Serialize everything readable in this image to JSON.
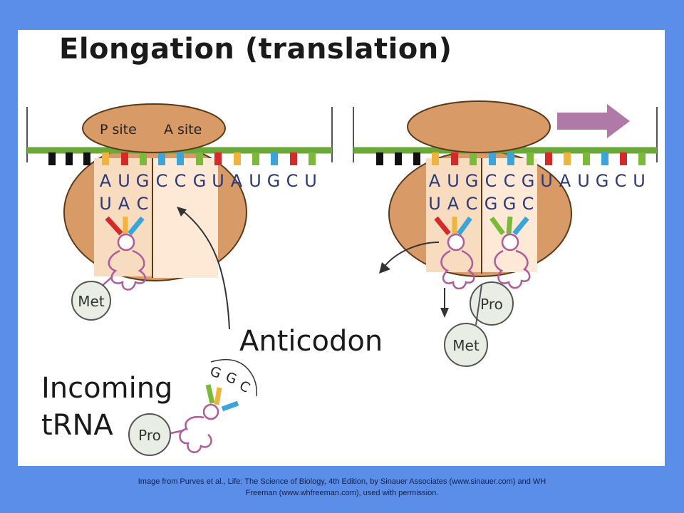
{
  "title": "Elongation (translation)",
  "labels": {
    "p_site": "P site",
    "a_site": "A site",
    "anticodon": "Anticodon",
    "incoming_trna_line1": "Incoming",
    "incoming_trna_line2": "tRNA"
  },
  "mrna_left": [
    "A",
    "U",
    "G",
    "C",
    "C",
    "G",
    "U",
    "A",
    "U",
    "G",
    "C",
    "U"
  ],
  "mrna_right": [
    "A",
    "U",
    "G",
    "C",
    "C",
    "G",
    "U",
    "A",
    "U",
    "G",
    "C",
    "U"
  ],
  "anticodon_met": [
    "U",
    "A",
    "C"
  ],
  "anticodon_pro": [
    "G",
    "G",
    "C"
  ],
  "incoming_anticodon": [
    "G",
    "G",
    "C"
  ],
  "amino_acids": {
    "met": "Met",
    "pro": "Pro"
  },
  "credit": {
    "line1": "Image from Purves et al., Life: The Science of Biology, 4th Edition, by Sinauer Associates (www.sinauer.com) and WH",
    "line2": "Freeman (www.whfreeman.com), used with permission."
  },
  "colors": {
    "background": "#5b8ee8",
    "ribosome": "#d89a66",
    "mrna_strand": "#6aa83a",
    "arrow": "#b07aa8"
  }
}
